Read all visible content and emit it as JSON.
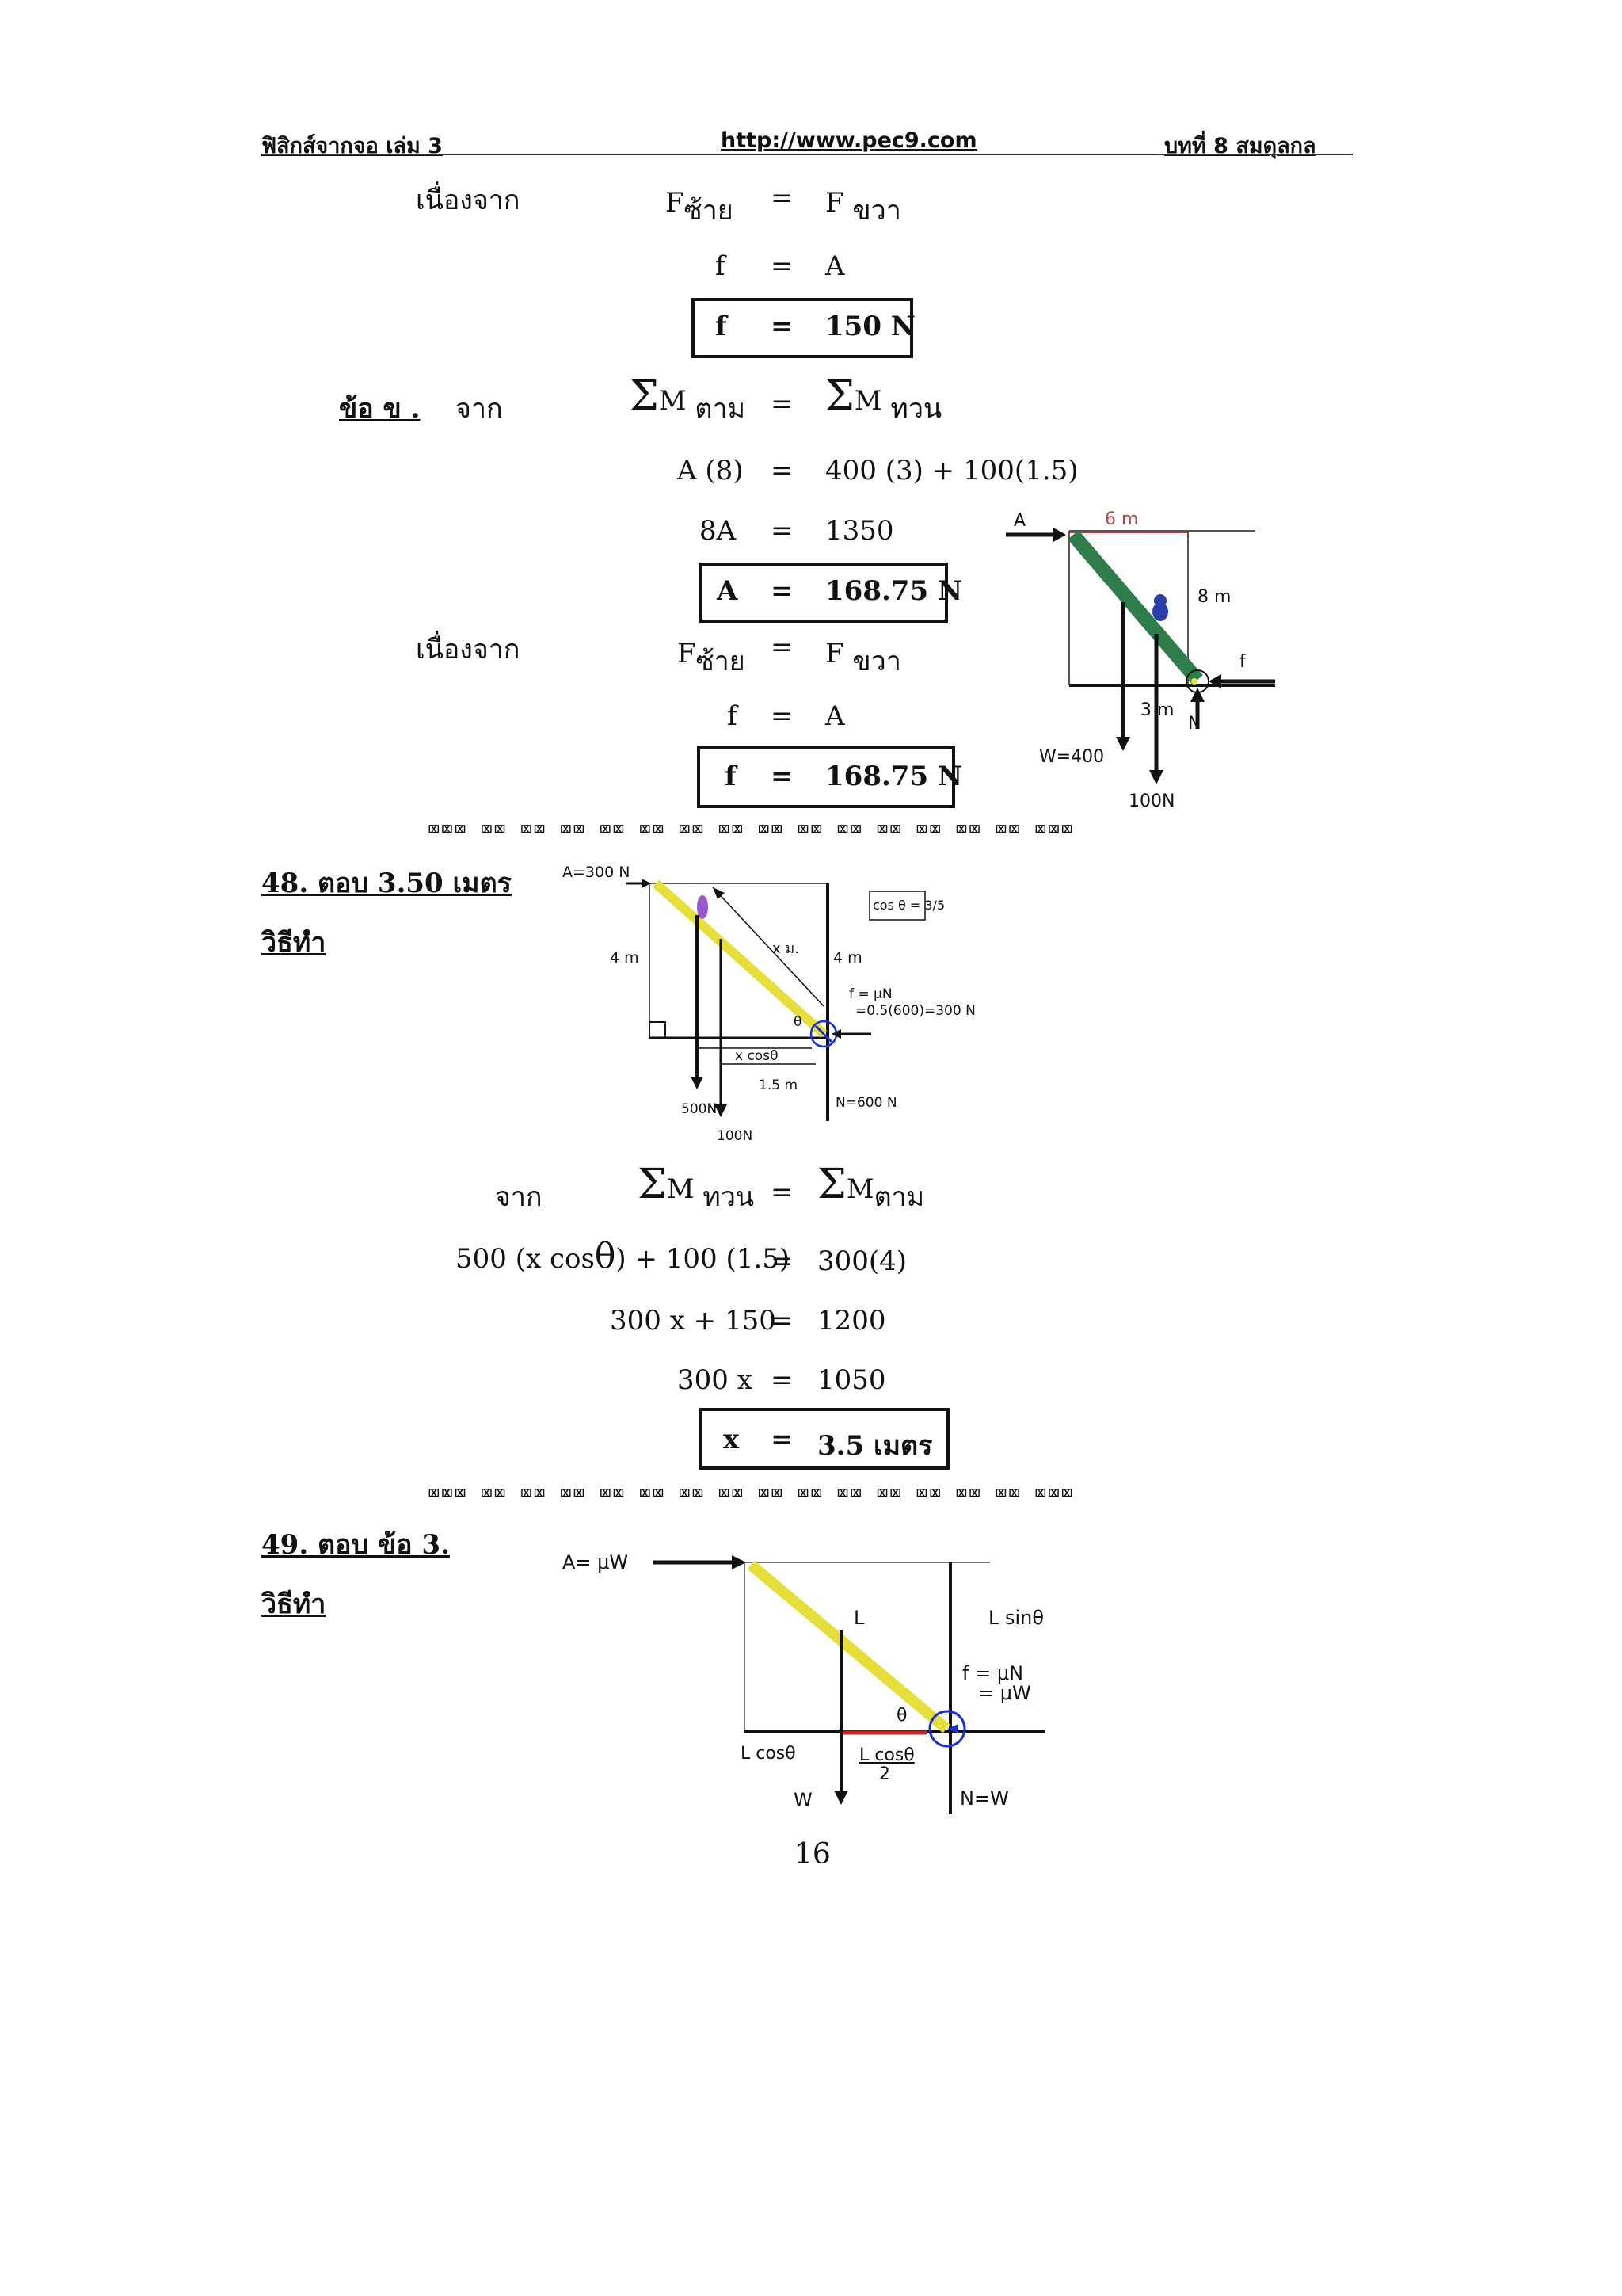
{
  "header": {
    "left": "ฟิสิกส์จากจอ เล่ม 3",
    "center": "http://www.pec9.com",
    "right": "บทที่ 8 สมดุลกล"
  },
  "block_a": {
    "label": "เนื่องจาก",
    "eq1": {
      "lhs_main": "F",
      "lhs_sub": "ซ้าย",
      "eq": "=",
      "rhs_main": "F",
      "rhs_sub": "ขวา"
    },
    "eq2": {
      "lhs": "f",
      "eq": "=",
      "rhs": "A"
    },
    "box": {
      "lhs": "f",
      "eq": "=",
      "rhs": "150 N"
    }
  },
  "block_b": {
    "item": "ข้อ ข .",
    "from": "จาก",
    "sigma": "Σ",
    "eq1": {
      "lhs_main": "M",
      "lhs_sub": "ตาม",
      "eq": "=",
      "rhs_main": "M",
      "rhs_sub": "ทวน"
    },
    "eq2": {
      "lhs": "A (8)",
      "eq": "=",
      "rhs": "400 (3) + 100(1.5)"
    },
    "eq3": {
      "lhs": "8A",
      "eq": "=",
      "rhs": "1350"
    },
    "box1": {
      "lhs": "A",
      "eq": "=",
      "rhs": "168.75 N"
    },
    "label2": "เนื่องจาก",
    "eq4": {
      "lhs_main": "F",
      "lhs_sub": "ซ้าย",
      "eq": "=",
      "rhs_main": "F",
      "rhs_sub": "ขวา"
    },
    "eq5": {
      "lhs": "f",
      "eq": "=",
      "rhs": "A"
    },
    "box2": {
      "lhs": "f",
      "eq": "=",
      "rhs": "168.75 N"
    }
  },
  "diagram1": {
    "A": "A",
    "top": "6 m",
    "height": "8 m",
    "f": "f",
    "base": "3 m",
    "N": "N",
    "W": "W=400",
    "load": "100N"
  },
  "separator": "⌧⌧⌧ ⌧⌧ ⌧⌧ ⌧⌧ ⌧⌧ ⌧⌧ ⌧⌧ ⌧⌧ ⌧⌧ ⌧⌧ ⌧⌧ ⌧⌧ ⌧⌧ ⌧⌧ ⌧⌧ ⌧⌧⌧",
  "q48": {
    "title": "48. ตอบ 3.50 เมตร",
    "method": "วิธีทำ",
    "diagram": {
      "A": "A=300 N",
      "left_h": "4 m",
      "right_h": "4 m",
      "xm": "x ม.",
      "cos": "cos θ = 3/5",
      "f1": "f = μN",
      "f2": "=0.5(600)=300 N",
      "theta": "θ",
      "xcos": "x cosθ",
      "base": "1.5 m",
      "w": "500N",
      "load": "100N",
      "N": "N=600 N"
    },
    "from": "จาก",
    "sigma": "Σ",
    "eq1": {
      "lhs_main": "M",
      "lhs_sub": "ทวน",
      "eq": "=",
      "rhs_main": "M",
      "rhs_sub": "ตาม"
    },
    "eq2": {
      "lhs_a": "500 (x cos",
      "lhs_theta": "θ",
      "lhs_b": ") + 100 (1.5)",
      "eq": "=",
      "rhs": "300(4)"
    },
    "eq3": {
      "lhs": "300 x + 150",
      "eq": "=",
      "rhs": "1200"
    },
    "eq4": {
      "lhs": "300 x",
      "eq": "=",
      "rhs": "1050"
    },
    "box": {
      "lhs": "x",
      "eq": "=",
      "rhs": "3.5 เมตร"
    }
  },
  "q49": {
    "title": "49. ตอบ ข้อ 3.",
    "method": "วิธีทำ",
    "diagram": {
      "A": "A= μW",
      "L": "L",
      "Lsin": "L sinθ",
      "f1": "f = μN",
      "f2": "= μW",
      "theta": "θ",
      "Lcos": "L cosθ",
      "Lcos2a": "L cosθ",
      "Lcos2b": "2",
      "W": "W",
      "N": "N=W"
    }
  },
  "page_number": "16"
}
